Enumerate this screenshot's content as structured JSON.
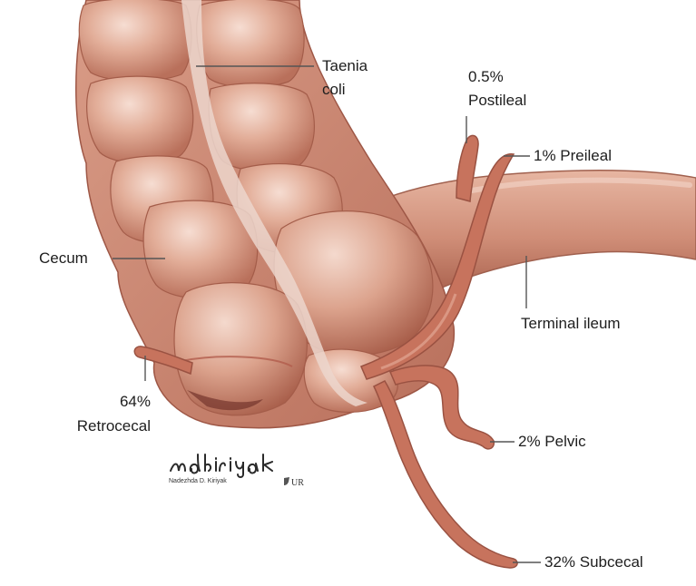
{
  "labels": {
    "taenia_line1": "Taenia",
    "taenia_line2": "coli",
    "postileal_line1": "0.5%",
    "postileal_line2": "Postileal",
    "preileal": "1% Preileal",
    "cecum": "Cecum",
    "terminal_ileum": "Terminal ileum",
    "retrocecal_line1": "64%",
    "retrocecal_line2": "Retrocecal",
    "pelvic": "2% Pelvic",
    "subcecal": "32% Subcecal"
  },
  "signature": {
    "script": "ndkiriyak",
    "name": "Nadezhda D. Kiriyak",
    "mark": "UR"
  },
  "colors": {
    "tissue": "#d79d8a",
    "tissue_light": "#f1cfc1",
    "tissue_dark": "#a85f4d",
    "appendix": "#c8735d",
    "leader": "#555555",
    "text": "#1e1e1e"
  }
}
